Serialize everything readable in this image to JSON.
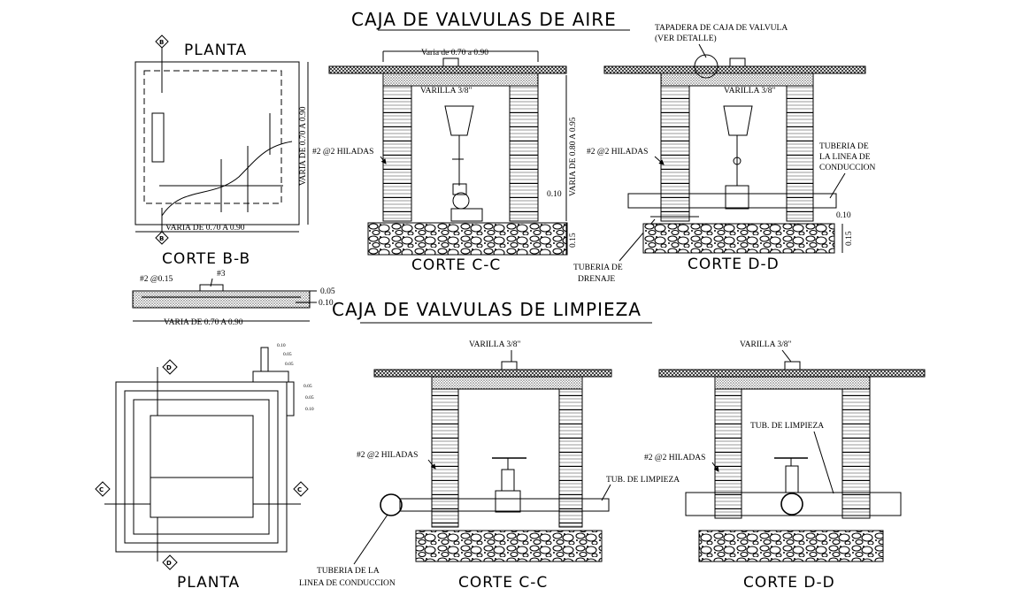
{
  "titles": {
    "air": "CAJA DE VALVULAS DE AIRE",
    "cleaning": "CAJA DE VALVULAS DE LIMPIEZA"
  },
  "top_left": {
    "planta": "PLANTA",
    "dim_bottom": "VARIA DE 0.70 A 0.90",
    "dim_right": "VARIA DE 0.70 A 0.90",
    "corte_bb": "CORTE B-B",
    "bar_spacing": "#2 @0.15",
    "bar_size": "#3",
    "dim_slab_top": "0.05",
    "dim_slab_bot": "0.10",
    "dim_slab_width": "VARIA DE 0.70 A 0.90",
    "mark_b": "B"
  },
  "air_cc": {
    "dim_top": "Varia de 0.70 a 0.90",
    "rod": "VARILLA 3/8\"",
    "courses": "#2 @2 HILADAS",
    "dim_height": "VARIA DE 0.80 A 0.95",
    "dim_010": "0.10",
    "dim_015": "0.15",
    "drain": "TUBERIA DE",
    "drain2": "DRENAJE",
    "label": "CORTE C-C"
  },
  "air_dd": {
    "lid": "TAPADERA DE CAJA DE VALVULA",
    "lid2": "(VER DETALLE)",
    "rod": "VARILLA 3/8\"",
    "courses": "#2 @2 HILADAS",
    "pipe": "TUBERIA DE",
    "pipe2": "LA LINEA DE",
    "pipe3": "CONDUCCION",
    "dim_010": "0.10",
    "dim_015": "0.15",
    "label": "CORTE D-D"
  },
  "bottom_left": {
    "planta": "PLANTA",
    "d1": "0.10",
    "d2": "0.05",
    "d3": "0.05",
    "d4": "0.05",
    "d5": "0.05",
    "d6": "0.10",
    "mark_c": "C",
    "mark_d": "D"
  },
  "clean_cc": {
    "rod": "VARILLA 3/8\"",
    "courses": "#2 @2 HILADAS",
    "pipe": "TUB. DE LIMPIEZA",
    "conduction": "TUBERIA DE LA",
    "conduction2": "LINEA DE CONDUCCION",
    "label": "CORTE C-C"
  },
  "clean_dd": {
    "rod": "VARILLA 3/8\"",
    "courses": "#2 @2 HILADAS",
    "pipe": "TUB. DE LIMPIEZA",
    "label": "CORTE D-D"
  }
}
